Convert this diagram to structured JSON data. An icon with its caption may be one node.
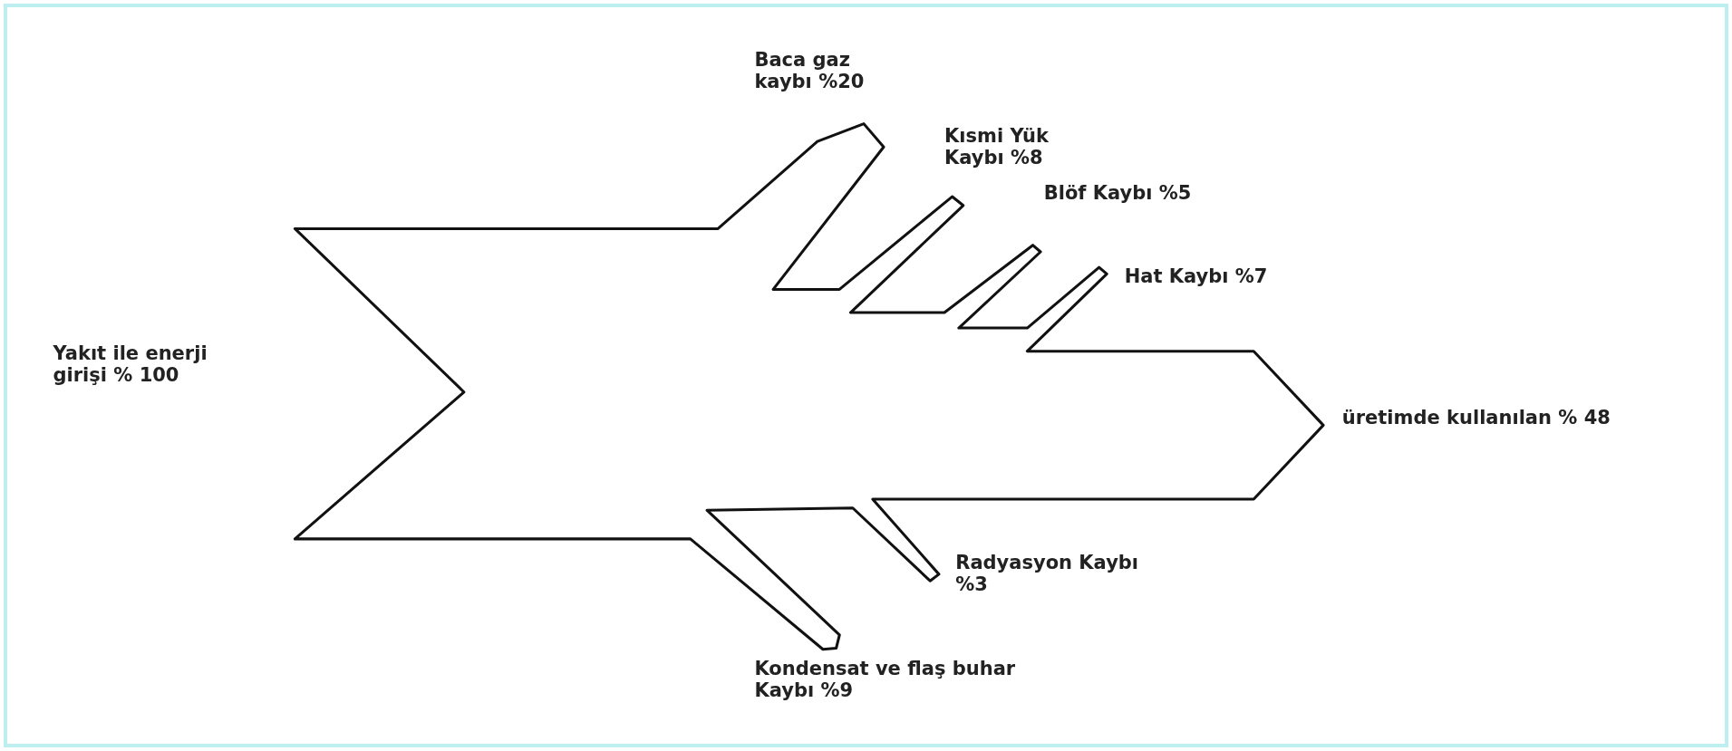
{
  "diagram": {
    "labels": [
      "Baca gaz kaybı %20",
      "Kısmi Yük Kaybı %8",
      "Blöf Kaybı %5",
      "Hat Kaybı %7",
      "Yakıt ile enerji girişi % 100",
      "üretimde kullanılan % 48",
      "Radyasyon Kaybı %3",
      "Kondensat ve flaş buhar Kaybı %9"
    ]
  }
}
